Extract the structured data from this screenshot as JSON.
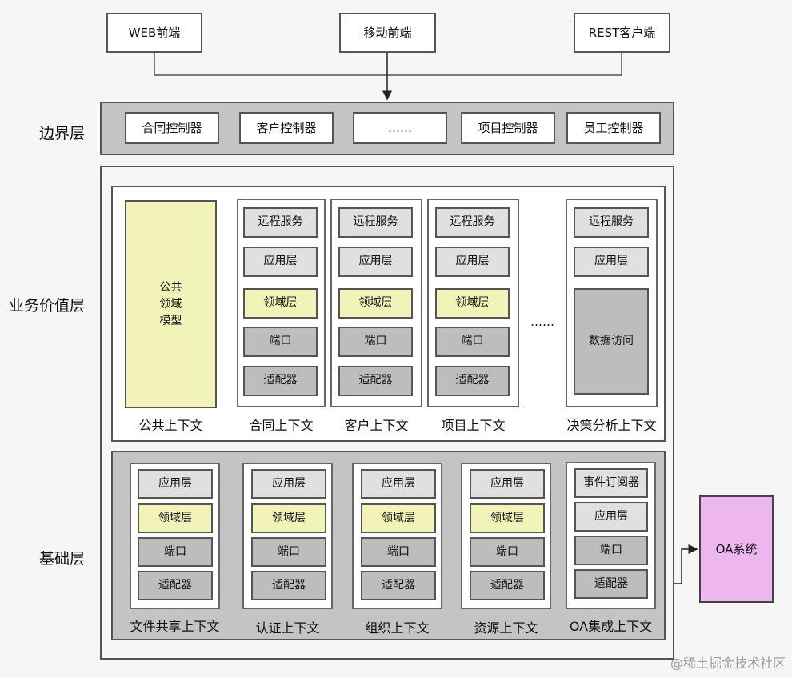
{
  "clients": {
    "web": "WEB前端",
    "mobile": "移动前端",
    "rest": "REST客户端"
  },
  "boundary": {
    "label": "边界层",
    "controllers": [
      "合同控制器",
      "客户控制器",
      "……",
      "项目控制器",
      "员工控制器"
    ]
  },
  "business": {
    "label": "业务价值层",
    "common_model": "公共\n领域\n模型",
    "common_ctx": "公共上下文",
    "contexts": [
      {
        "name": "合同上下文",
        "items": [
          "远程服务",
          "应用层",
          "领域层",
          "端口",
          "适配器"
        ]
      },
      {
        "name": "客户上下文",
        "items": [
          "远程服务",
          "应用层",
          "领域层",
          "端口",
          "适配器"
        ]
      },
      {
        "name": "项目上下文",
        "items": [
          "远程服务",
          "应用层",
          "领域层",
          "端口",
          "适配器"
        ]
      }
    ],
    "ellipsis": "……",
    "decision": {
      "name": "决策分析上下文",
      "items": [
        "远程服务",
        "应用层",
        "数据访问"
      ]
    }
  },
  "foundation": {
    "label": "基础层",
    "contexts": [
      {
        "name": "文件共享上下文",
        "items": [
          "应用层",
          "领域层",
          "端口",
          "适配器"
        ]
      },
      {
        "name": "认证上下文",
        "items": [
          "应用层",
          "领域层",
          "端口",
          "适配器"
        ]
      },
      {
        "name": "组织上下文",
        "items": [
          "应用层",
          "领域层",
          "端口",
          "适配器"
        ]
      },
      {
        "name": "资源上下文",
        "items": [
          "应用层",
          "领域层",
          "端口",
          "适配器"
        ]
      }
    ],
    "oa_ctx": {
      "name": "OA集成上下文",
      "items": [
        "事件订阅器",
        "应用层",
        "端口",
        "适配器"
      ]
    }
  },
  "oa_system": "OA系统",
  "watermark": "@稀土掘金技术社区",
  "colors": {
    "domain_yellow": "#f1f3b8",
    "oa_pink": "#eeb6ee",
    "band_gray": "#c4c4c4"
  }
}
